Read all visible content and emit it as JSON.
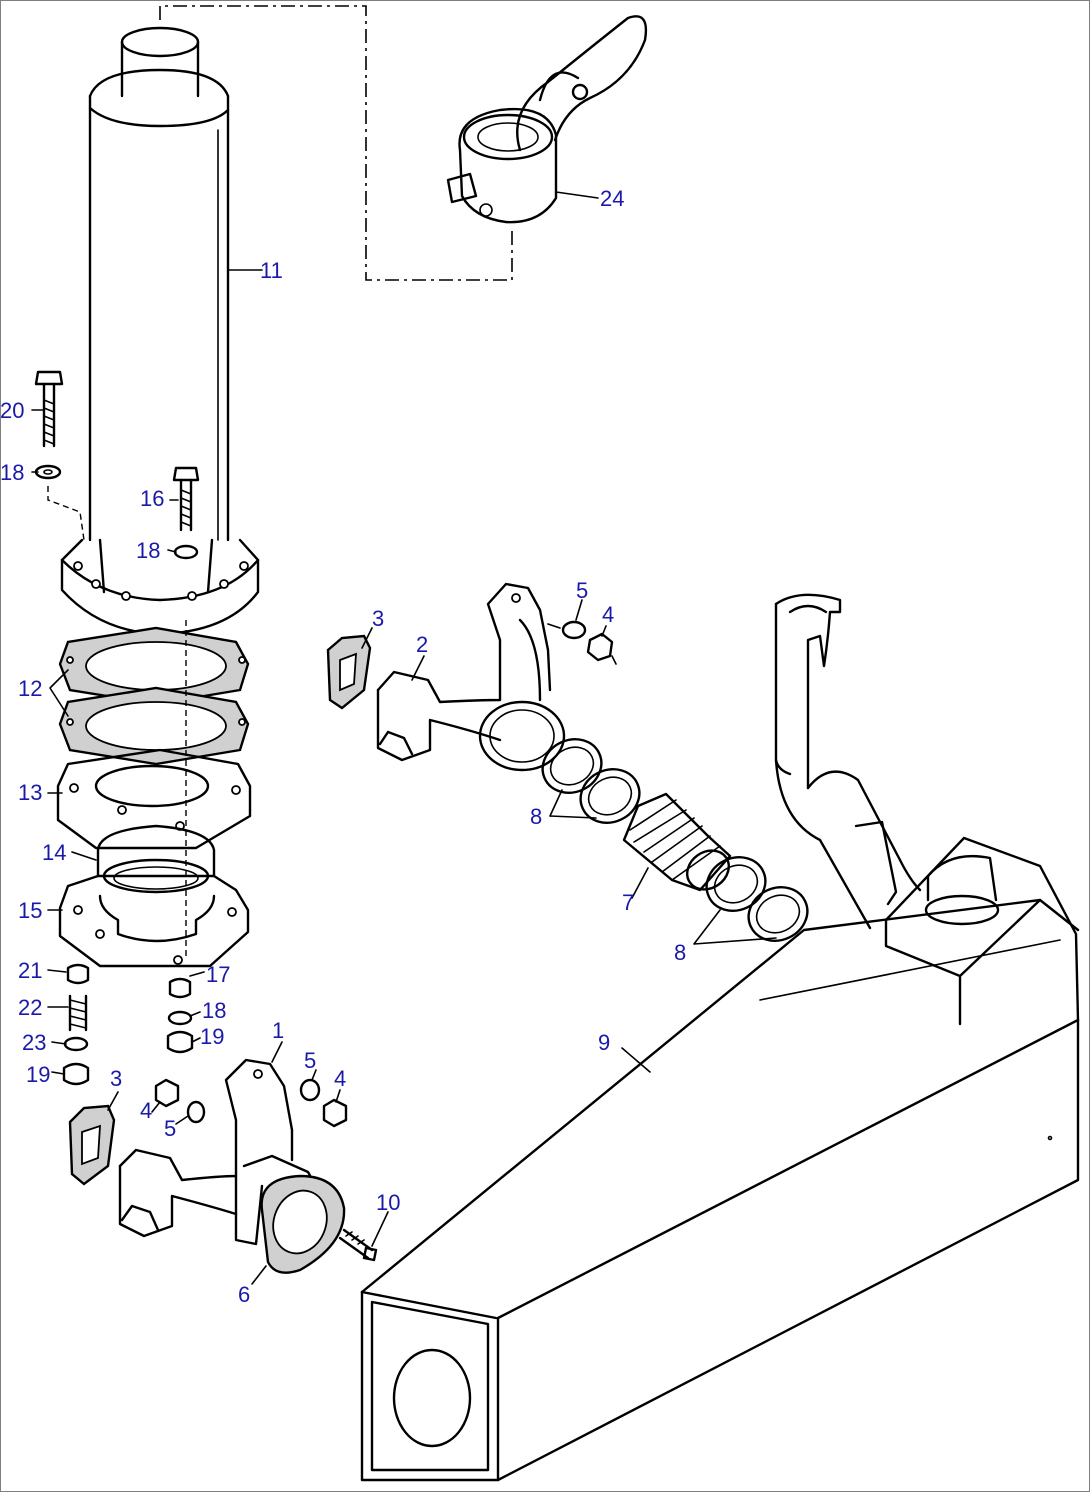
{
  "parts": [
    {
      "id": "callout-1",
      "text": "1"
    },
    {
      "id": "callout-2",
      "text": "2"
    },
    {
      "id": "callout-3a",
      "text": "3"
    },
    {
      "id": "callout-3b",
      "text": "3"
    },
    {
      "id": "callout-4a",
      "text": "4"
    },
    {
      "id": "callout-4b",
      "text": "4"
    },
    {
      "id": "callout-4c",
      "text": "4"
    },
    {
      "id": "callout-5a",
      "text": "5"
    },
    {
      "id": "callout-5b",
      "text": "5"
    },
    {
      "id": "callout-5c",
      "text": "5"
    },
    {
      "id": "callout-6",
      "text": "6"
    },
    {
      "id": "callout-7",
      "text": "7"
    },
    {
      "id": "callout-8a",
      "text": "8"
    },
    {
      "id": "callout-8b",
      "text": "8"
    },
    {
      "id": "callout-9",
      "text": "9"
    },
    {
      "id": "callout-10",
      "text": "10"
    },
    {
      "id": "callout-11",
      "text": "11"
    },
    {
      "id": "callout-12",
      "text": "12"
    },
    {
      "id": "callout-13",
      "text": "13"
    },
    {
      "id": "callout-14",
      "text": "14"
    },
    {
      "id": "callout-15",
      "text": "15"
    },
    {
      "id": "callout-16",
      "text": "16"
    },
    {
      "id": "callout-17",
      "text": "17"
    },
    {
      "id": "callout-18a",
      "text": "18"
    },
    {
      "id": "callout-18b",
      "text": "18"
    },
    {
      "id": "callout-18c",
      "text": "18"
    },
    {
      "id": "callout-19a",
      "text": "19"
    },
    {
      "id": "callout-19b",
      "text": "19"
    },
    {
      "id": "callout-20",
      "text": "20"
    },
    {
      "id": "callout-21",
      "text": "21"
    },
    {
      "id": "callout-22",
      "text": "22"
    },
    {
      "id": "callout-23",
      "text": "23"
    },
    {
      "id": "callout-24",
      "text": "24"
    }
  ],
  "colors": {
    "callout": "#1a1aa8",
    "line": "#000000",
    "gasket_fill": "#d0d0d0"
  }
}
